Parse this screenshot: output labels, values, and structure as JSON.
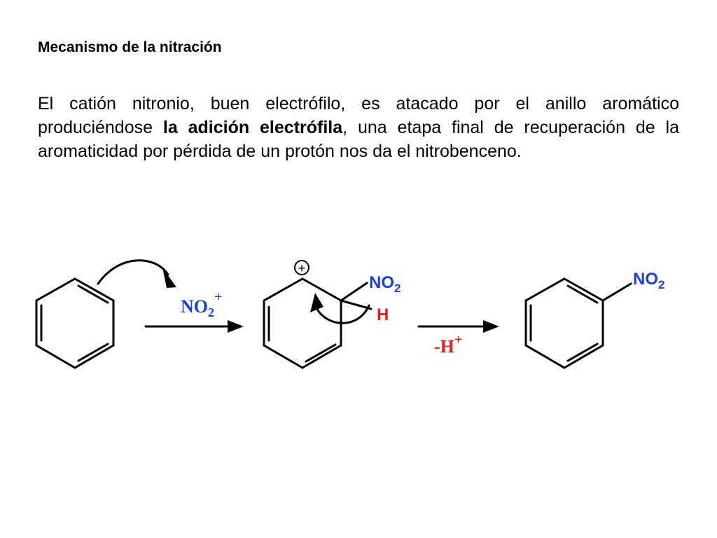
{
  "title": "Mecanismo de la nitración",
  "paragraph": {
    "before": "El catión nitronio, buen electrófilo, es atacado por el anillo aromático produciéndose ",
    "bold": "la adición electrófila",
    "after": ", una etapa final de recuperación de la aromaticidad por pérdida de un protón nos da el nitrobenceno."
  },
  "scheme": {
    "reagent": {
      "main": "NO",
      "sub": "2",
      "sup": "+"
    },
    "intermediate_charge": "+",
    "intermediate_group": {
      "main": "NO",
      "sub": "2"
    },
    "intermediate_h": "H",
    "condition": {
      "main": "-H",
      "sup": "+"
    },
    "product_group": {
      "main": "NO",
      "sub": "2"
    }
  },
  "colors": {
    "text": "#000000",
    "nitro_blue": "#1c3fd6",
    "hydrogen_red": "#e0201c",
    "condition_red": "#e0201c"
  }
}
